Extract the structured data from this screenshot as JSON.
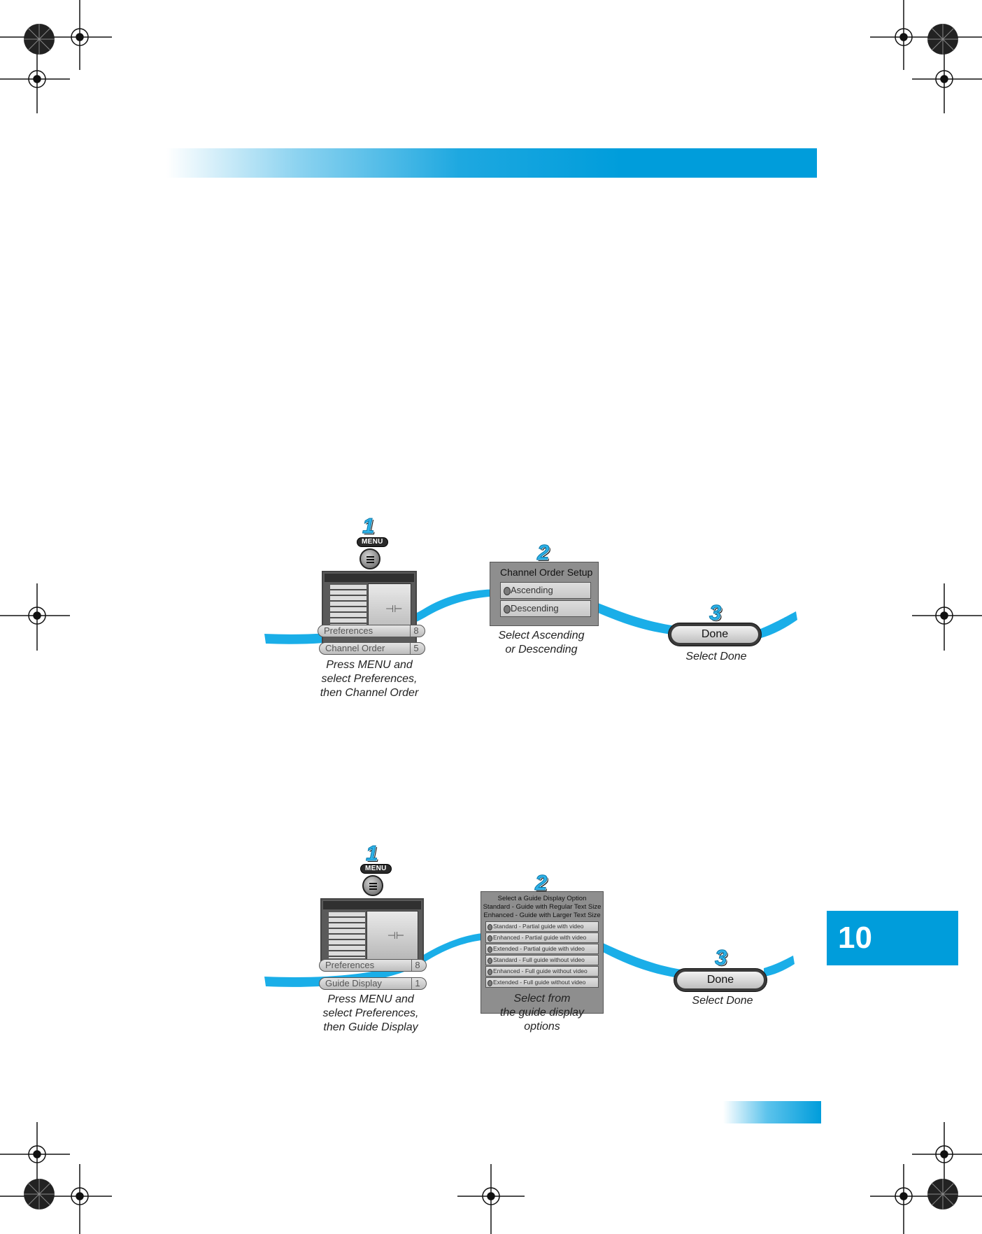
{
  "chapter_tab": "10",
  "section_one": {
    "step1": {
      "number": "1",
      "menu_badge": "MENU",
      "pill_top": {
        "label": "Preferences",
        "num": "8"
      },
      "pill_bottom": {
        "label": "Channel Order",
        "num": "5"
      },
      "caption": [
        "Press MENU and",
        "select Preferences,",
        "then Channel Order"
      ]
    },
    "step2": {
      "number": "2",
      "dialog_title": "Channel Order Setup",
      "options": [
        "Ascending",
        "Descending"
      ],
      "caption": [
        "Select Ascending",
        "or Descending"
      ]
    },
    "step3": {
      "number": "3",
      "button": "Done",
      "caption": "Select Done"
    }
  },
  "section_two": {
    "step1": {
      "number": "1",
      "menu_badge": "MENU",
      "pill_top": {
        "label": "Preferences",
        "num": "8"
      },
      "pill_bottom": {
        "label": "Guide Display",
        "num": "1"
      },
      "caption": [
        "Press MENU and",
        "select Preferences,",
        "then Guide Display"
      ]
    },
    "step2": {
      "number": "2",
      "dialog_title": [
        "Select a Guide Display Option",
        "Standard - Guide with Regular Text Size",
        "Enhanced - Guide with Larger Text Size"
      ],
      "options": [
        "Standard - Partial guide with video",
        "Enhanced - Partial guide with video",
        "Extended - Partial guide with video",
        "Standard - Full guide without video",
        "Enhanced - Full guide without video",
        "Extended - Full guide without video"
      ],
      "caption": [
        "Select from",
        "the guide display",
        "options"
      ]
    },
    "step3": {
      "number": "3",
      "button": "Done",
      "caption": "Select Done"
    }
  },
  "colors": {
    "accent": "#009ddb",
    "swoosh": "#1aaee8"
  }
}
